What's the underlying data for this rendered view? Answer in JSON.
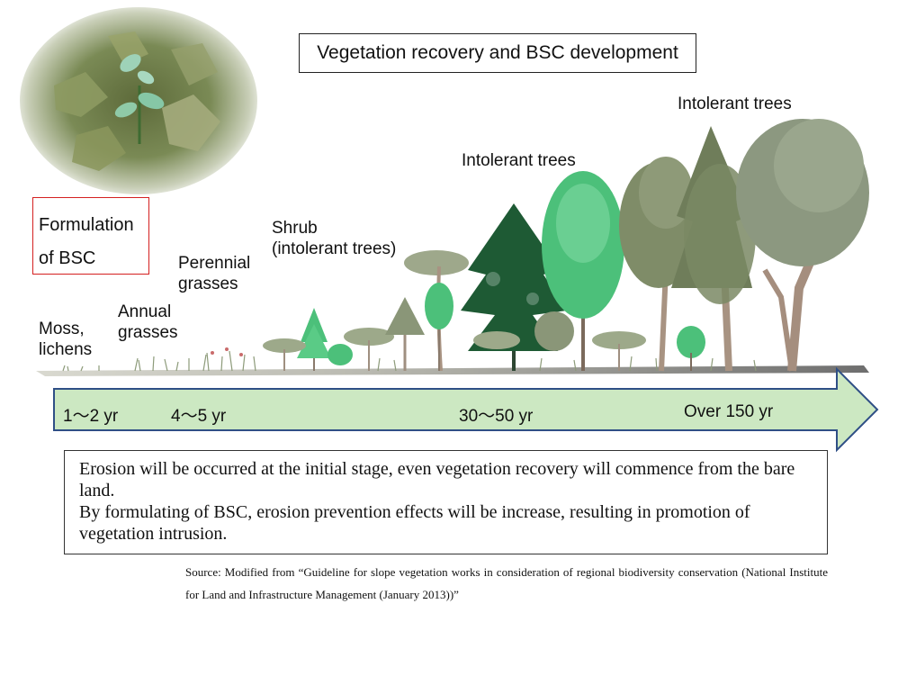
{
  "title": "Vegetation recovery and BSC development",
  "bsc_box": {
    "line1": "Formulation",
    "line2": "of BSC"
  },
  "stages": {
    "moss": {
      "line1": "Moss,",
      "line2": "lichens"
    },
    "annual": {
      "line1": "Annual",
      "line2": "grasses"
    },
    "perennial": {
      "line1": "Perennial",
      "line2": "grasses"
    },
    "shrub": {
      "line1": "Shrub",
      "line2": "(intolerant trees)"
    },
    "intolerant_mid": "Intolerant trees",
    "intolerant_late": "Intolerant trees"
  },
  "timeline": {
    "t1": "1～2 yr",
    "t2": "4～5 yr",
    "t3": "30～50 yr",
    "t4": "Over 150 yr"
  },
  "note": {
    "line1": "Erosion will be occurred at the initial stage, even vegetation recovery will commence from the bare land.",
    "line2": "By formulating of BSC, erosion prevention effects will be increase, resulting in promotion of vegetation intrusion."
  },
  "source": "Source: Modified from “Guideline for slope vegetation works in consideration of regional biodiversity conservation (National Institute for Land and Infrastructure Management (January 2013))”",
  "colors": {
    "arrow_fill": "#cce8c2",
    "arrow_stroke": "#2f4f86",
    "bsc_border": "#d42020",
    "tree_dark": "#1e5a34",
    "tree_light": "#4cc07a",
    "tree_olive": "#7f8c68",
    "trunk": "#a89382"
  }
}
